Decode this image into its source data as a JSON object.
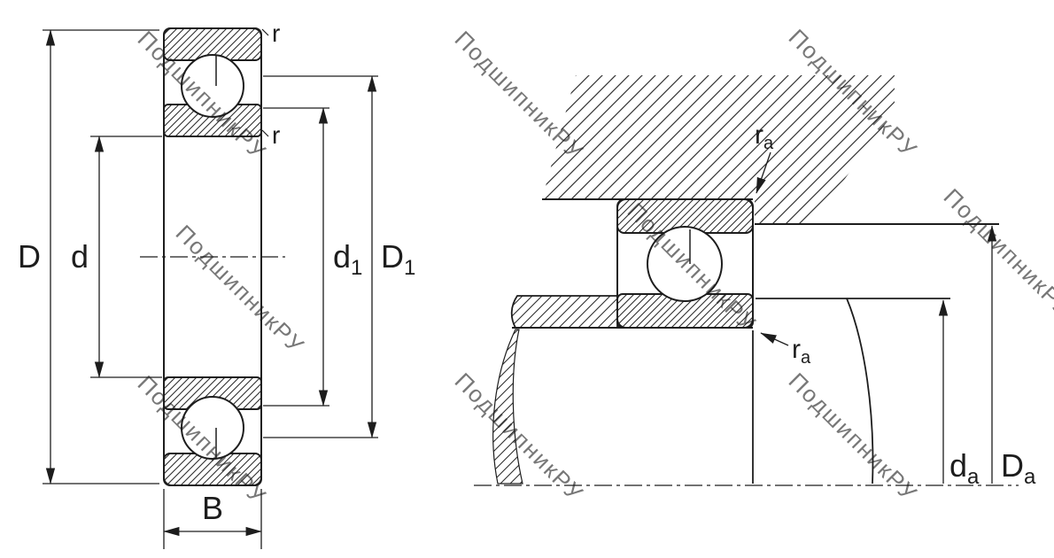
{
  "watermark": {
    "text": "ПодшипникРУ"
  },
  "colors": {
    "line": "#1d1d1d",
    "watermark": "#b5b5b5",
    "background": "#ffffff"
  },
  "left_view": {
    "dim_outer_diameter": "D",
    "dim_bore_diameter": "d",
    "dim_d1_base": "d",
    "dim_d1_sub": "1",
    "dim_D1_base": "D",
    "dim_D1_sub": "1",
    "dim_width": "B",
    "fillet_top": "r",
    "fillet_bottom": "r"
  },
  "right_view": {
    "fillet_housing_base": "r",
    "fillet_housing_sub": "a",
    "fillet_shaft_base": "r",
    "fillet_shaft_sub": "a",
    "dim_shaft_shoulder_base": "d",
    "dim_shaft_shoulder_sub": "a",
    "dim_housing_shoulder_base": "D",
    "dim_housing_shoulder_sub": "a"
  }
}
